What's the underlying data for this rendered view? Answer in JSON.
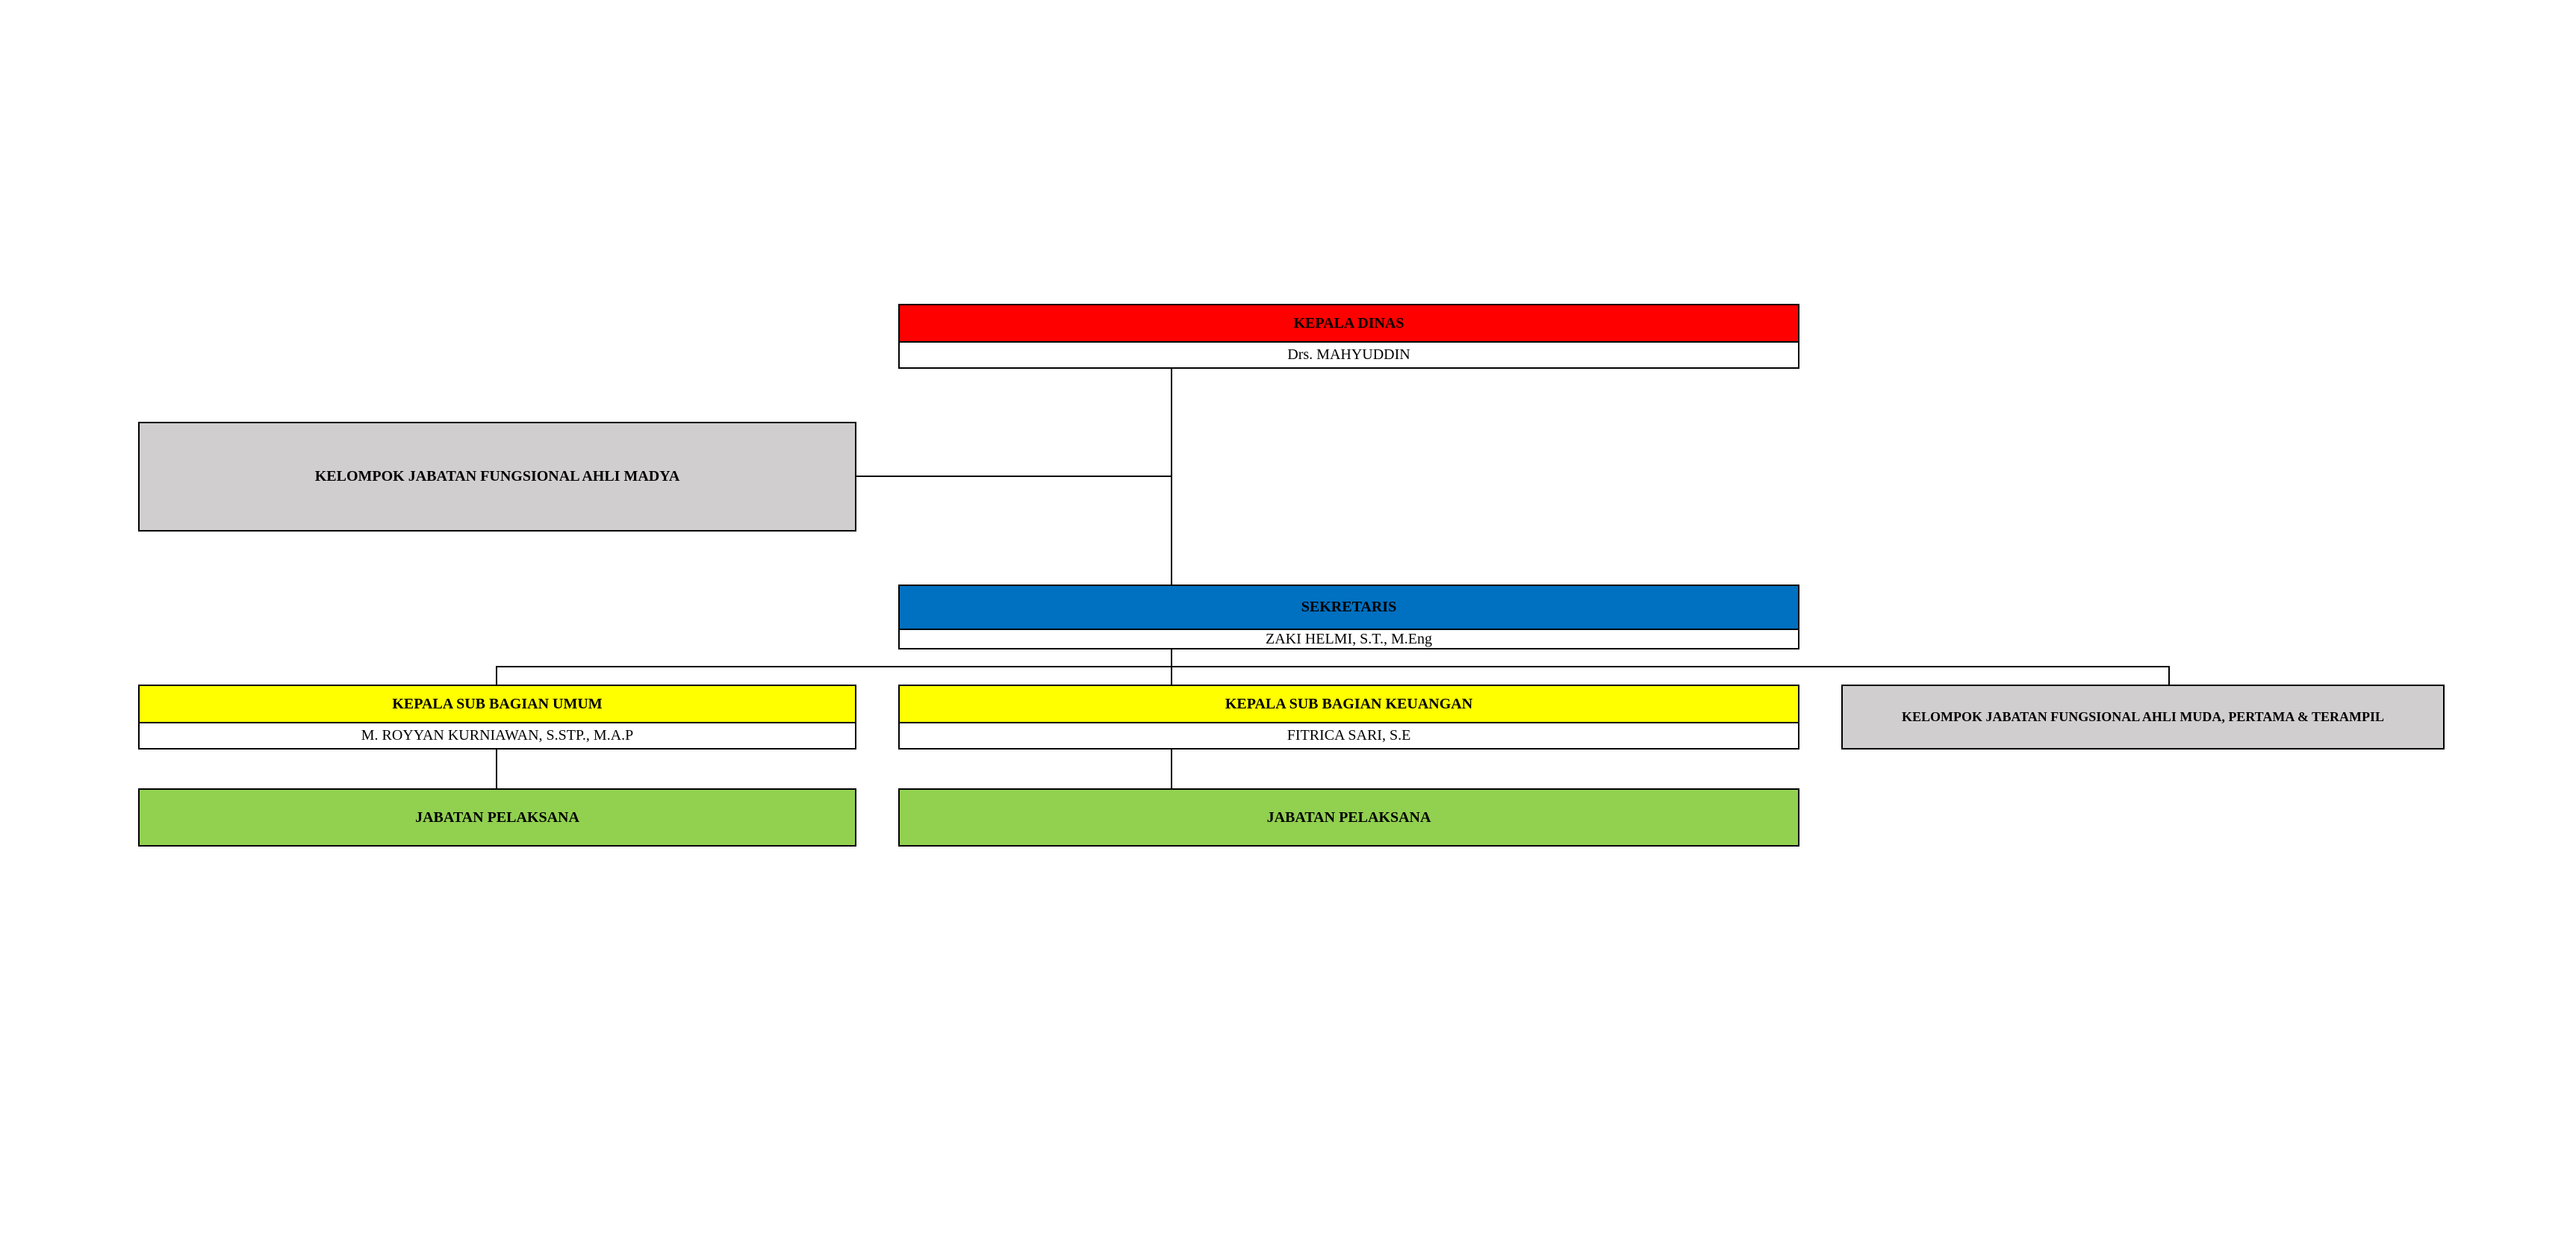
{
  "colors": {
    "kepala": "#ff0000",
    "sekretaris": "#0070c0",
    "subbagian": "#ffff00",
    "pelaksana": "#92d050",
    "fungsional": "#d0cece"
  },
  "kepala_dinas": {
    "title": "KEPALA DINAS",
    "name": "Drs. MAHYUDDIN"
  },
  "fungsional_madya": {
    "title": "KELOMPOK JABATAN FUNGSIONAL AHLI MADYA"
  },
  "sekretaris": {
    "title": "SEKRETARIS",
    "name": "ZAKI HELMI, S.T., M.Eng"
  },
  "sub_umum": {
    "title": "KEPALA SUB BAGIAN UMUM",
    "name": "M. ROYYAN KURNIAWAN, S.STP., M.A.P"
  },
  "sub_keuangan": {
    "title": "KEPALA SUB BAGIAN KEUANGAN",
    "name": "FITRICA SARI, S.E"
  },
  "fungsional_muda": {
    "title": "KELOMPOK JABATAN FUNGSIONAL AHLI MUDA, PERTAMA & TERAMPIL"
  },
  "pelaksana_umum": {
    "title": "JABATAN PELAKSANA"
  },
  "pelaksana_keuangan": {
    "title": "JABATAN PELAKSANA"
  }
}
